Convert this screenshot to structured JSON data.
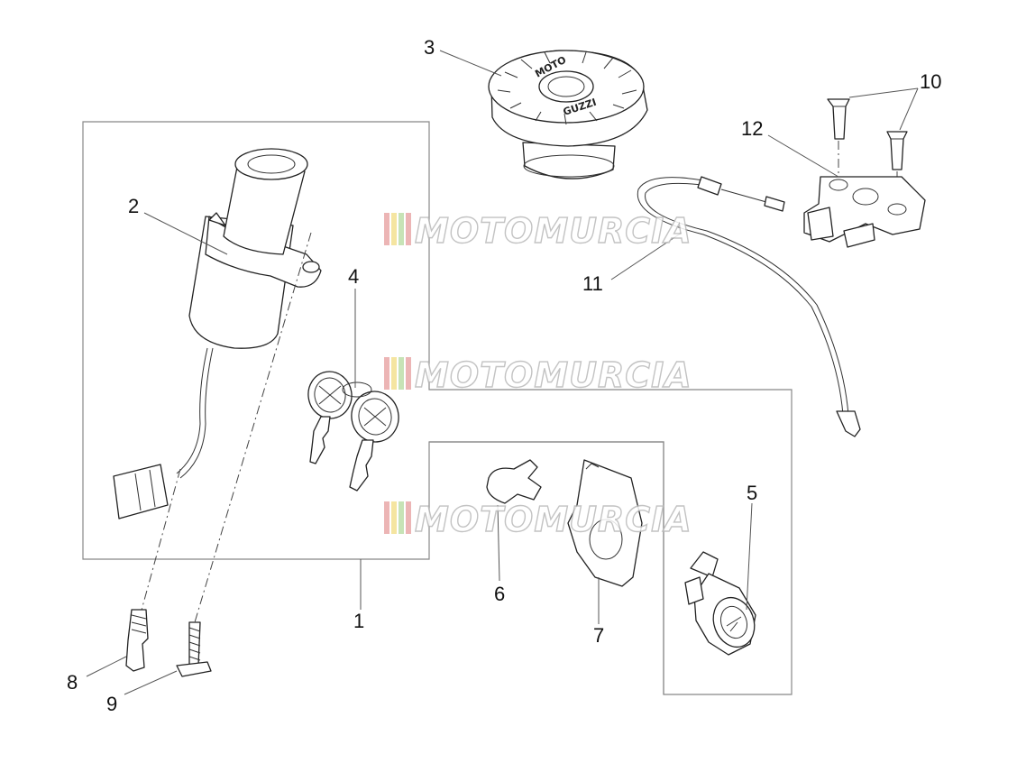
{
  "watermark": {
    "text": "MOTOMURCIA",
    "stripe_colors": [
      "#e7a3a3",
      "#f2df8a",
      "#b9dca4",
      "#e7a3a3"
    ]
  },
  "fuel_cap": {
    "brand_top": "MOTO",
    "brand_bottom": "GUZZI"
  },
  "callouts": [
    {
      "id": "1",
      "text": "1"
    },
    {
      "id": "2",
      "text": "2"
    },
    {
      "id": "3",
      "text": "3"
    },
    {
      "id": "4",
      "text": "4"
    },
    {
      "id": "5",
      "text": "5"
    },
    {
      "id": "6",
      "text": "6"
    },
    {
      "id": "7",
      "text": "7"
    },
    {
      "id": "8",
      "text": "8"
    },
    {
      "id": "9",
      "text": "9"
    },
    {
      "id": "10",
      "text": "10"
    },
    {
      "id": "11",
      "text": "11"
    },
    {
      "id": "12",
      "text": "12"
    }
  ]
}
